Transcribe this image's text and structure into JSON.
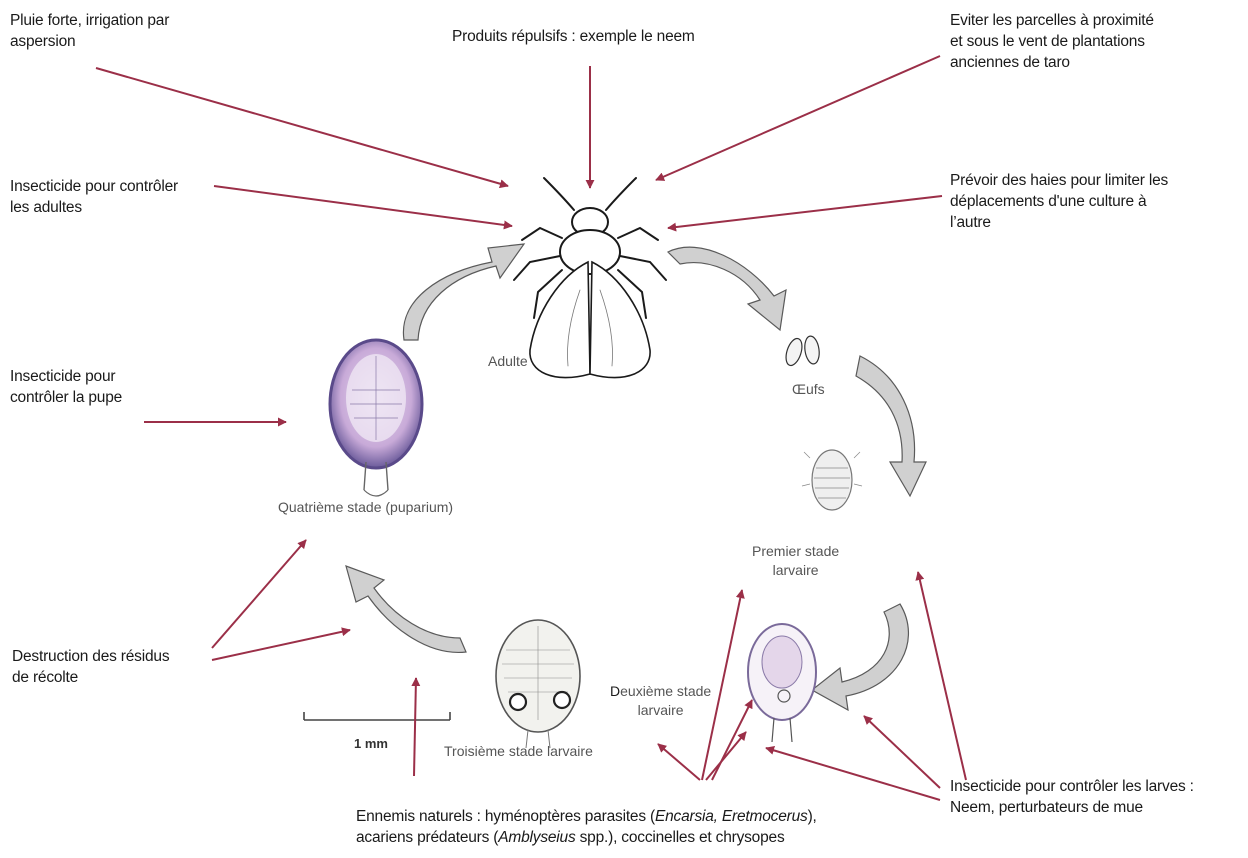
{
  "colors": {
    "arrow": "#9b2f48",
    "cycle_arrow_fill": "#d0d0d0",
    "cycle_arrow_stroke": "#5a5a5a",
    "pupa_fill": "#c8aad8",
    "pupa_border": "#6a5a9a",
    "larva_fill": "#ece4ee"
  },
  "control_labels": {
    "rain": [
      "Pluie forte, irrigation par",
      "aspersion"
    ],
    "repellent": "Produits répulsifs : exemple le neem",
    "avoid_plots": [
      "Eviter les parcelles à proximité",
      "et sous le vent de plantations",
      "anciennes de taro"
    ],
    "insecticide_adults": [
      "Insecticide pour contrôler",
      "les adultes"
    ],
    "hedges": [
      "Prévoir des haies pour limiter les",
      "déplacements d'une culture à",
      "l’autre"
    ],
    "insecticide_pupa": [
      "Insecticide pour",
      "contrôler la pupe"
    ],
    "residue": [
      "Destruction des résidus",
      "de récolte"
    ],
    "insecticide_larvae": [
      "Insecticide pour contrôler les larves :",
      "Neem, perturbateurs de mue"
    ],
    "natural_enemies": {
      "line1_a": "Ennemis naturels : hyménoptères parasites (",
      "line1_italic": "Encarsia, Eretmocerus",
      "line1_b": "),",
      "line2_a": "acariens prédateurs (",
      "line2_italic": "Amblyseius",
      "line2_b": " spp.), coccinelles et chrysopes"
    }
  },
  "stage_labels": {
    "adult": "Adulte",
    "eggs": "Œufs",
    "first_instar": [
      "Premier stade",
      "larvaire"
    ],
    "second_instar_initial": "D",
    "second_instar_rest": "euxième stade",
    "second_instar_line2": "larvaire",
    "third_instar": "Troisième stade larvaire",
    "fourth_instar": "Quatrième stade (puparium)"
  },
  "scale_bar": {
    "label": "1 mm"
  },
  "icons": [
    "whitefly-adult-illustration",
    "eggs-illustration",
    "first-instar-illustration",
    "second-instar-illustration",
    "third-instar-illustration",
    "pupa-illustration",
    "cycle-arrow-icon"
  ]
}
